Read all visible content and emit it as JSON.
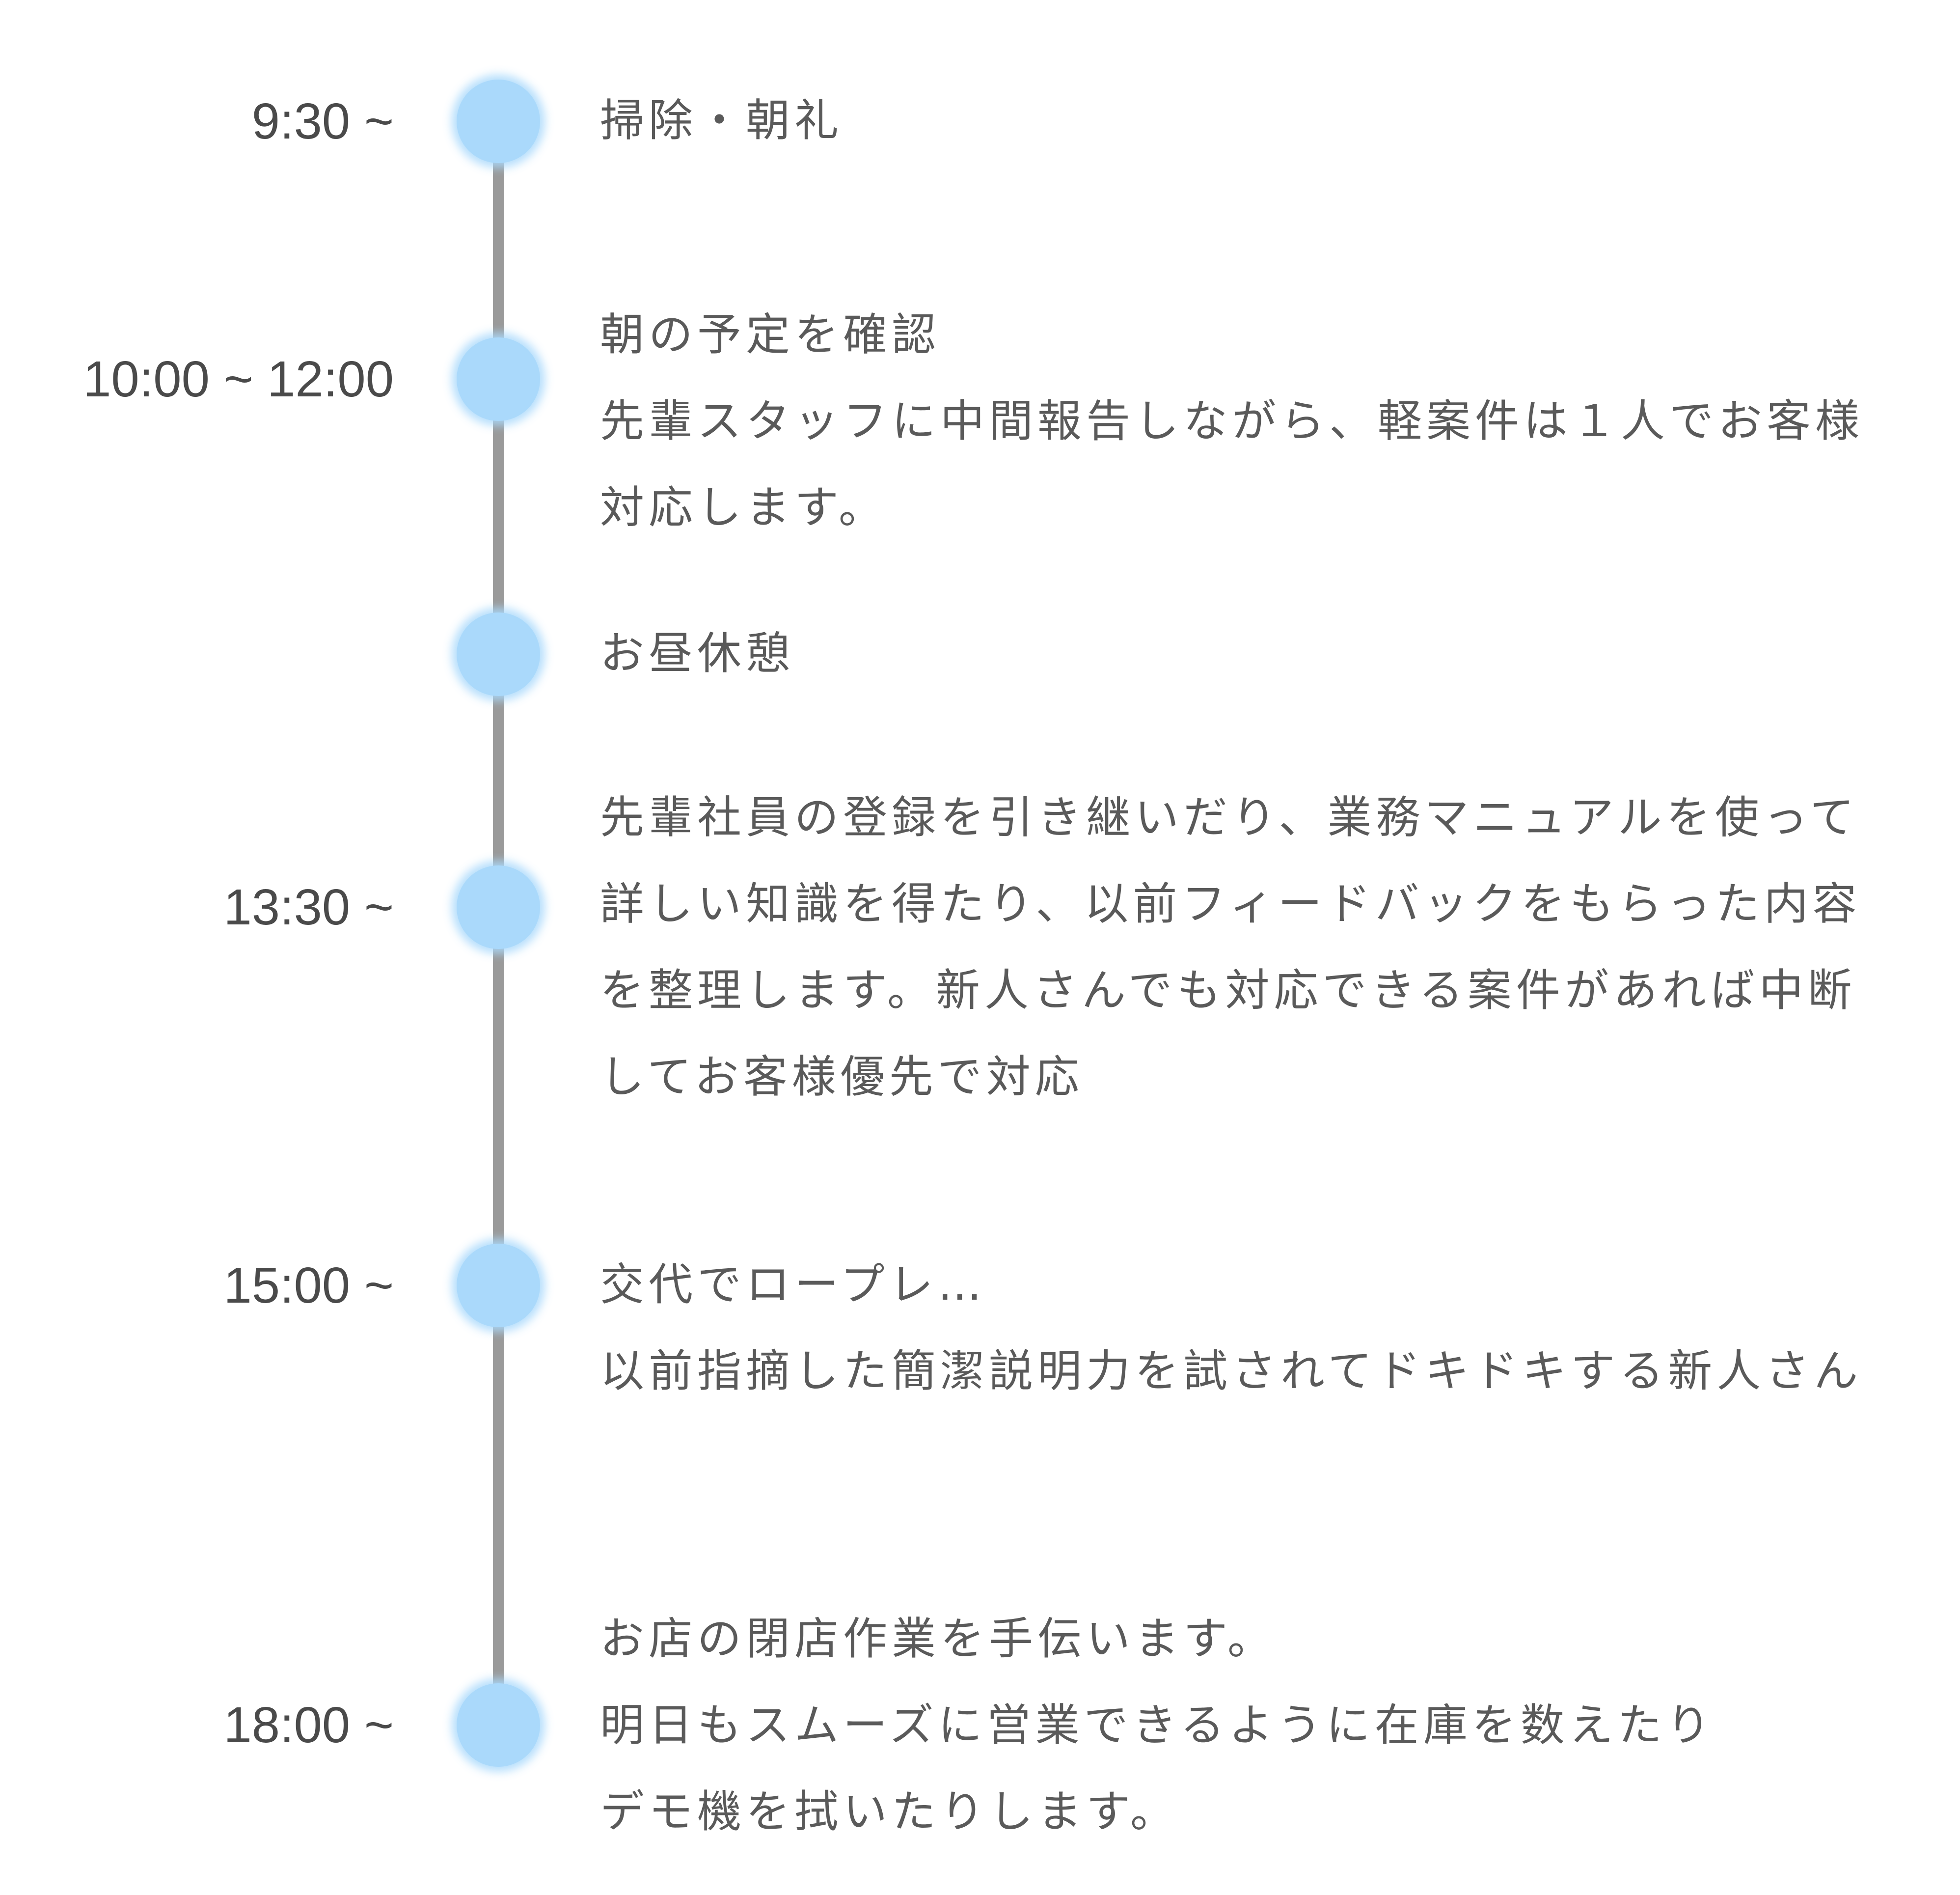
{
  "schedule": {
    "events": [
      {
        "time": "9:30 ~",
        "lines": [
          "掃除・朝礼"
        ]
      },
      {
        "time": "10:00 ~ 12:00",
        "lines": [
          "朝の予定を確認",
          "先輩スタッフに中間報告しながら、軽案件は１人でお客様",
          "対応します。"
        ]
      },
      {
        "time": "",
        "lines": [
          "お昼休憩"
        ]
      },
      {
        "time": "13:30 ~",
        "lines": [
          "先輩社員の登録を引き継いだり、業務マニュアルを使って",
          "詳しい知識を得たり、以前フィードバックをもらった内容",
          "を整理します。新人さんでも対応できる案件があれば中断",
          "してお客様優先で対応"
        ]
      },
      {
        "time": "15:00 ~",
        "lines": [
          "交代でロープレ…",
          "以前指摘した簡潔説明力を試されてドキドキする新人さん"
        ]
      },
      {
        "time": "18:00 ~",
        "lines": [
          "お店の閉店作業を手伝います。",
          "明日もスムーズに営業できるように在庫を数えたり",
          "デモ機を拭いたりします。"
        ]
      }
    ],
    "colors": {
      "dot": "#aad9fb",
      "line": "#9a9a9a",
      "time_text": "#4a4a4a",
      "desc_text": "#5a5a5a"
    }
  }
}
